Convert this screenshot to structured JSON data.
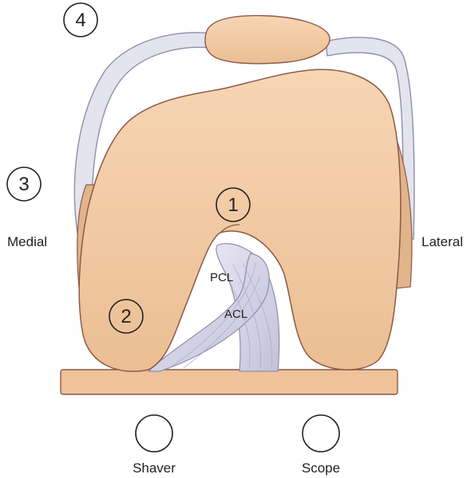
{
  "labels": {
    "medial": "Medial",
    "lateral": "Lateral",
    "pcl": "PCL",
    "acl": "ACL",
    "shaver": "Shaver",
    "scope": "Scope"
  },
  "markers": {
    "m1": "1",
    "m2": "2",
    "m3": "3",
    "m4": "4"
  },
  "colors": {
    "bone": "#F2C9A0",
    "outline": "#8A5A48",
    "ligament": "#D5D4E6",
    "ligament_stroke": "#8F8DAE"
  }
}
